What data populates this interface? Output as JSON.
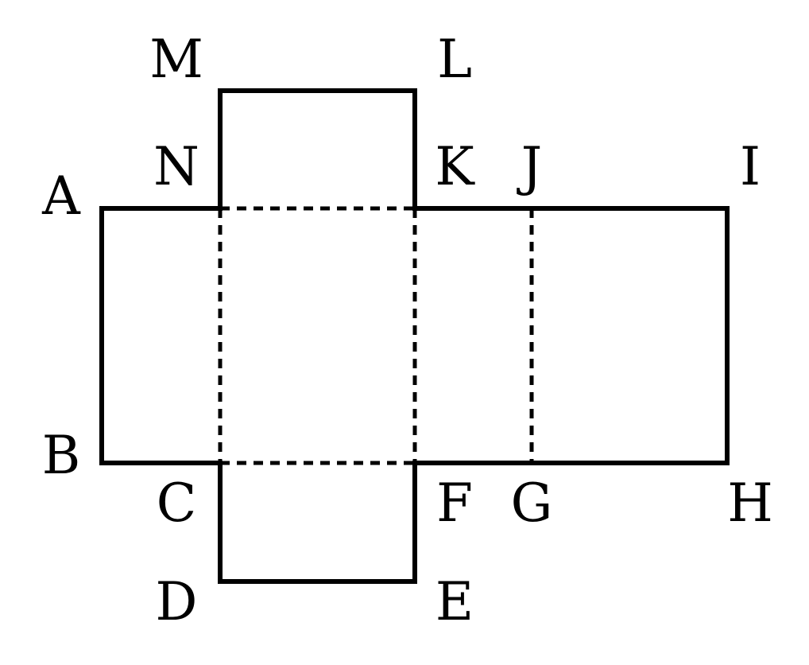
{
  "diagram": {
    "stroke_color": "#000000",
    "label_color": "#000000",
    "vertices": {
      "A": "A",
      "B": "B",
      "C": "C",
      "D": "D",
      "E": "E",
      "F": "F",
      "G": "G",
      "H": "H",
      "I": "I",
      "J": "J",
      "K": "K",
      "L": "L",
      "M": "M",
      "N": "N"
    }
  }
}
